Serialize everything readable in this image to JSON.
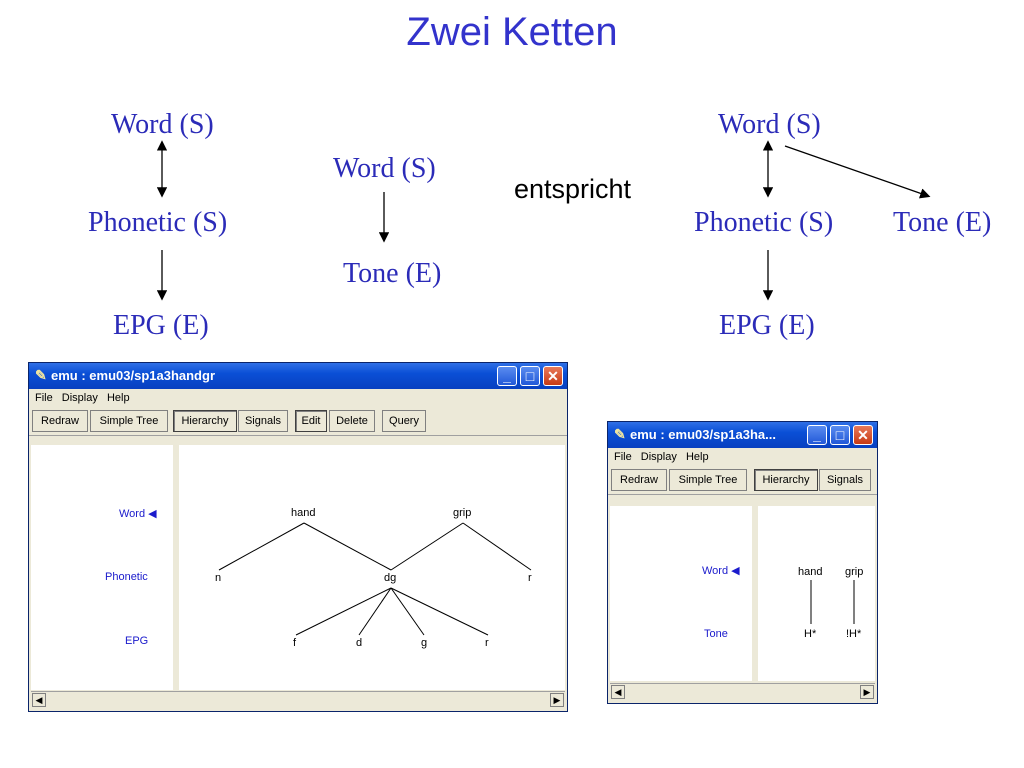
{
  "slide": {
    "title": "Zwei Ketten",
    "middle_text": "entspricht"
  },
  "left_diagram": {
    "word": "Word (S)",
    "phonetic": "Phonetic (S)",
    "epg": "EPG (E)"
  },
  "center_diagram": {
    "word": "Word (S)",
    "tone": "Tone (E)"
  },
  "right_diagram": {
    "word": "Word (S)",
    "phonetic": "Phonetic (S)",
    "tone": "Tone (E)",
    "epg": "EPG (E)"
  },
  "window_large": {
    "title": "emu : emu03/sp1a3handgr",
    "menu": [
      "File",
      "Display",
      "Help"
    ],
    "toolbar": [
      "Redraw",
      "Simple Tree",
      "Hierarchy",
      "Signals",
      "Edit",
      "Delete",
      "Query"
    ],
    "levels": [
      "Word ◀",
      "Phonetic",
      "EPG"
    ],
    "tree": {
      "words": [
        "hand",
        "grip"
      ],
      "phonetic": [
        "n",
        "dg",
        "r"
      ],
      "epg": [
        "f",
        "d",
        "g",
        "r"
      ]
    }
  },
  "window_small": {
    "title": "emu : emu03/sp1a3ha...",
    "menu": [
      "File",
      "Display",
      "Help"
    ],
    "toolbar": [
      "Redraw",
      "Simple Tree",
      "Hierarchy",
      "Signals"
    ],
    "levels": [
      "Word ◀",
      "Tone"
    ],
    "tree": {
      "words": [
        "hand",
        "grip"
      ],
      "tones": [
        "H*",
        "!H*"
      ]
    }
  }
}
